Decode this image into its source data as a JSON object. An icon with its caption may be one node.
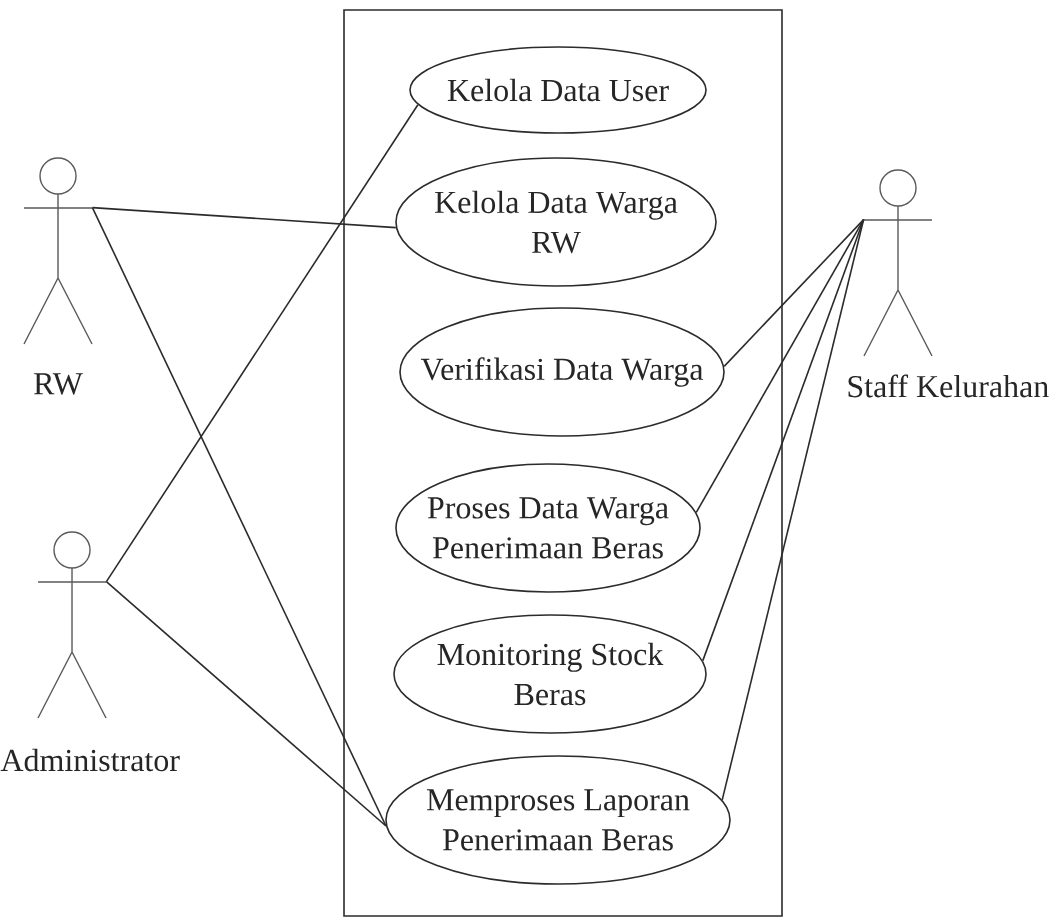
{
  "diagram": {
    "nodes": [
      {
        "text": [
          "RW"
        ]
      },
      {
        "text": [
          "Administrator"
        ]
      },
      {
        "text": [],
        "shape": "box"
      },
      {
        "text": [
          "Kelola Data User"
        ],
        "in": 2
      },
      {
        "text": [
          "Kelola Data Warga RW"
        ],
        "in": 2
      },
      {
        "text": [
          "Verifikasi Data Warga"
        ],
        "in": 2
      },
      {
        "text": [
          "Proses Data Warga Penerimaan Beras"
        ],
        "in": 2
      },
      {
        "text": [
          "Monitoring Stock Beras"
        ],
        "in": 2
      },
      {
        "text": [
          "Memproses Laporan Penerimaan Beras"
        ],
        "in": 2
      },
      {
        "text": [
          "Staff Kelurahan"
        ]
      }
    ],
    "edges": [
      {
        "from": 0,
        "to": 4,
        "arrow": "none"
      },
      {
        "from": 0,
        "to": 8,
        "arrow": "none"
      },
      {
        "from": 1,
        "to": 3,
        "arrow": "none"
      },
      {
        "from": 1,
        "to": 8,
        "arrow": "none"
      },
      {
        "from": 9,
        "to": 5,
        "arrow": "none"
      },
      {
        "from": 9,
        "to": 6,
        "arrow": "none"
      },
      {
        "from": 9,
        "to": 7,
        "arrow": "none"
      },
      {
        "from": 9,
        "to": 8,
        "arrow": "none"
      }
    ]
  }
}
